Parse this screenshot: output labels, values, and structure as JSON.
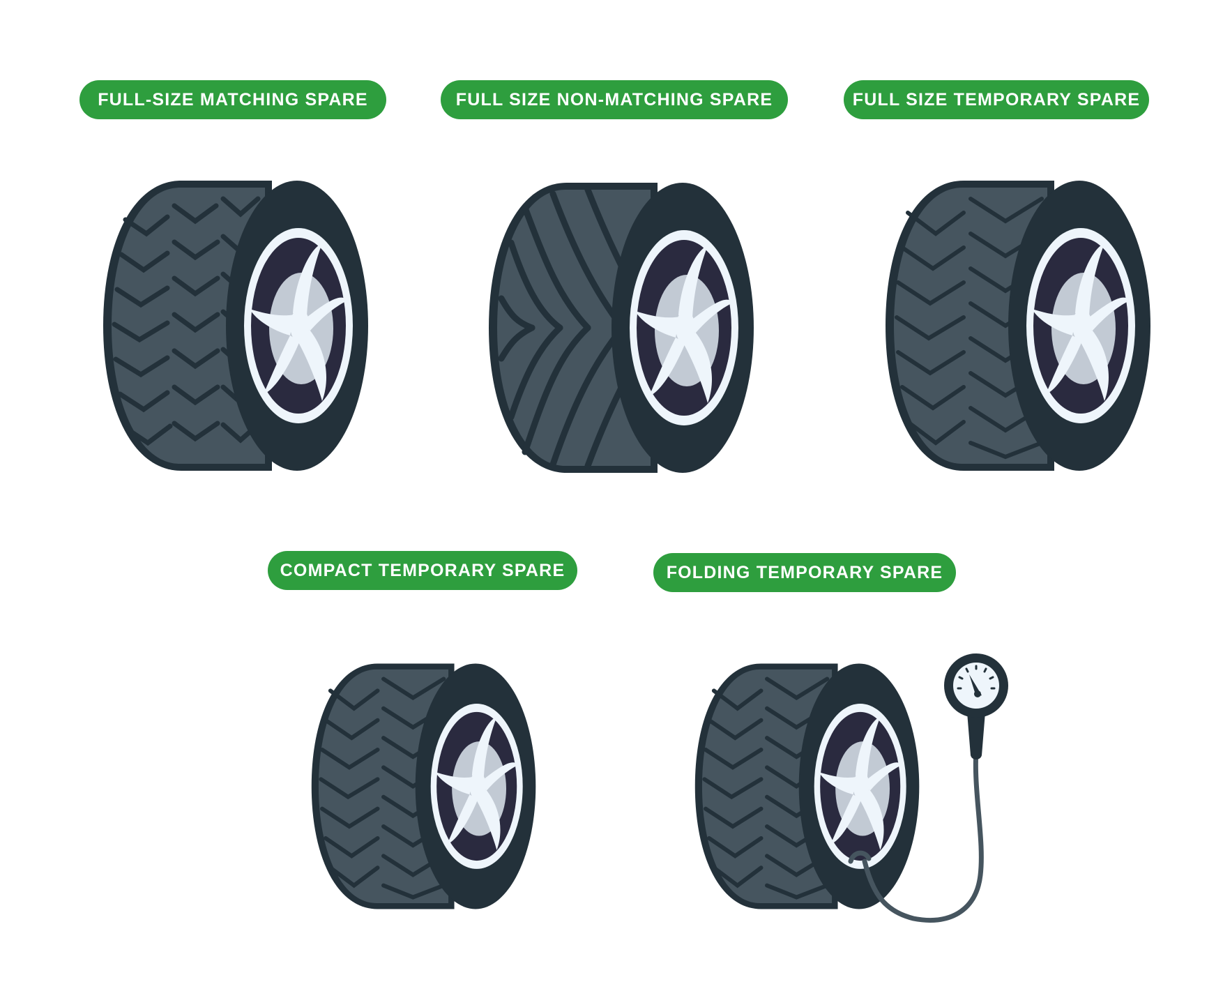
{
  "labels": {
    "full_size_matching": "FULL-SIZE MATCHING SPARE",
    "full_size_non_matching": "FULL SIZE NON-MATCHING SPARE",
    "full_size_temporary": "FULL SIZE TEMPORARY SPARE",
    "compact_temporary": "COMPACT TEMPORARY SPARE",
    "folding_temporary": "FOLDING TEMPORARY SPARE"
  },
  "icons": {
    "tire": "tire-wheel-icon",
    "gauge": "pressure-gauge-icon"
  },
  "colors": {
    "label_bg": "#2e9e3e",
    "label_text": "#ffffff",
    "tire_dark": "#23313a",
    "tread": "#46555f",
    "rim": "#eef5fb",
    "hub_dark": "#2a2a3f"
  }
}
